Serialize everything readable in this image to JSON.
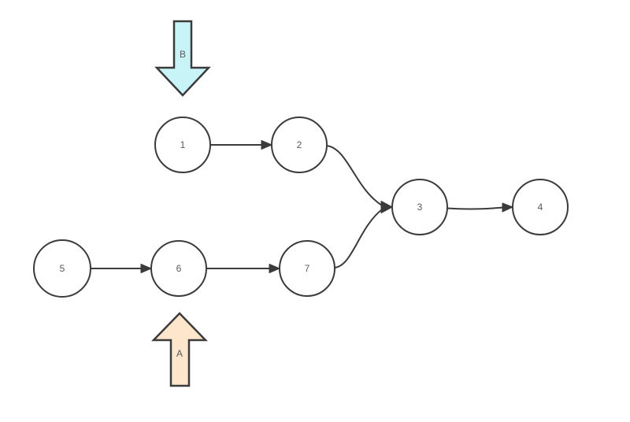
{
  "colors": {
    "background": "#ffffff",
    "stroke": "#3b3b3b",
    "node_fill": "#ffffff",
    "label_text": "#595959"
  },
  "diagram": {
    "type": "flow-diagram",
    "nodes": [
      {
        "id": "1",
        "label": "1"
      },
      {
        "id": "2",
        "label": "2"
      },
      {
        "id": "3",
        "label": "3"
      },
      {
        "id": "4",
        "label": "4"
      },
      {
        "id": "5",
        "label": "5"
      },
      {
        "id": "6",
        "label": "6"
      },
      {
        "id": "7",
        "label": "7"
      }
    ],
    "edges": [
      {
        "from": "1",
        "to": "2"
      },
      {
        "from": "2",
        "to": "3"
      },
      {
        "from": "3",
        "to": "4"
      },
      {
        "from": "5",
        "to": "6"
      },
      {
        "from": "6",
        "to": "7"
      },
      {
        "from": "7",
        "to": "3"
      }
    ],
    "block_arrows": [
      {
        "id": "B",
        "label": "B",
        "direction": "down",
        "fill": "#c9f4f7",
        "points_at": "node 1 row"
      },
      {
        "id": "A",
        "label": "A",
        "direction": "up",
        "fill": "#fde6cc",
        "points_at": "node 6 row"
      }
    ]
  }
}
